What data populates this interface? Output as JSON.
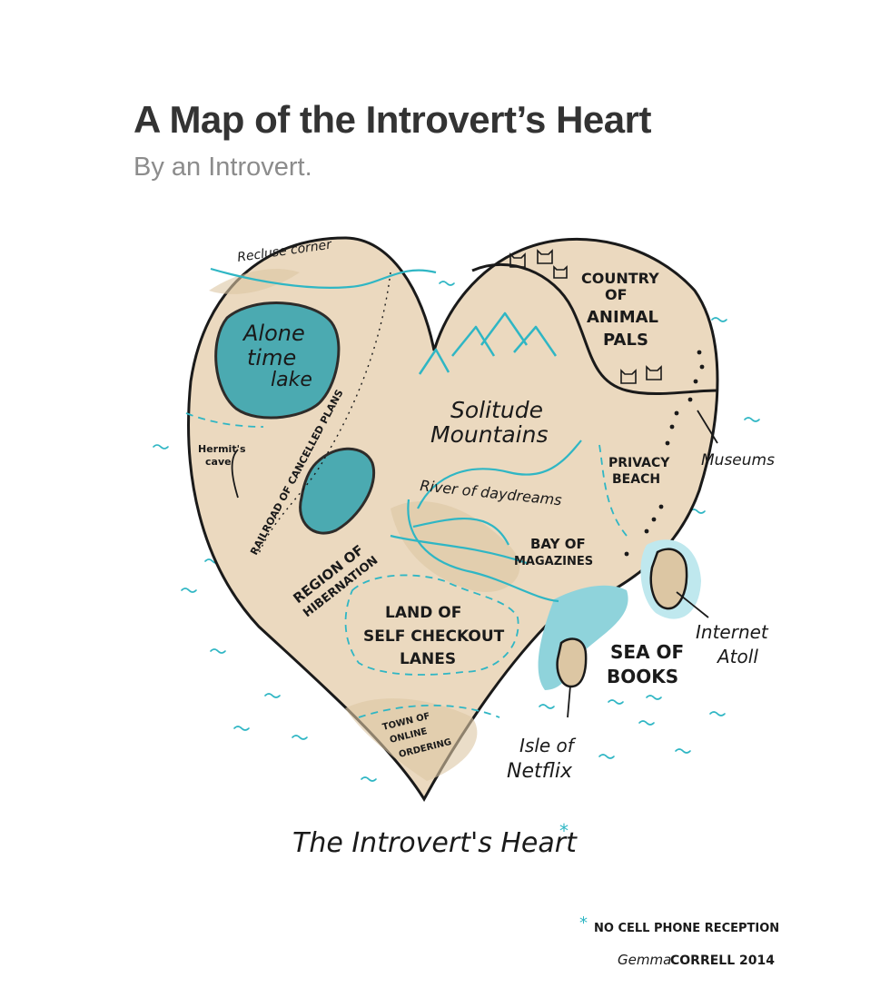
{
  "title": "A Map of the Introvert’s Heart",
  "subtitle": "By an Introvert.",
  "colors": {
    "land": "#ebd9bf",
    "land_shade": "#dcc6a3",
    "water": "#8fd3db",
    "water_deep": "#3aa6b0",
    "river": "#2fb6c4",
    "outline": "#1a1a1a",
    "asterisk": "#2fb6c4"
  },
  "map": {
    "regions": {
      "recluse_corner": "Recluse corner",
      "alone_time_lake_1": "Alone",
      "alone_time_lake_2": "time",
      "alone_time_lake_3": "lake",
      "hermits_cave_1": "Hermit's",
      "hermits_cave_2": "cave",
      "railroad": "RAILROAD OF CANCELLED PLANS",
      "hibernation_1": "REGION OF",
      "hibernation_2": "HIBERNATION",
      "solitude_1": "Solitude",
      "solitude_2": "Mountains",
      "river": "River of daydreams",
      "country_1": "COUNTRY",
      "country_2": "OF",
      "country_3": "ANIMAL",
      "country_4": "PALS",
      "privacy_1": "PRIVACY",
      "privacy_2": "BEACH",
      "museums": "Museums",
      "bay_1": "BAY OF",
      "bay_2": "MAGAZINES",
      "checkout_1": "LAND OF",
      "checkout_2": "SELF CHECKOUT",
      "checkout_3": "LANES",
      "online_1": "TOWN OF",
      "online_2": "ONLINE",
      "online_3": "ORDERING",
      "sea_1": "SEA OF",
      "sea_2": "BOOKS",
      "atoll_1": "Internet",
      "atoll_2": "Atoll",
      "netflix_1": "Isle of",
      "netflix_2": "Netflix"
    }
  },
  "caption": "The Introvert's Heart",
  "asterisk": "*",
  "footnote": "NO CELL PHONE RECEPTION",
  "signature_name": "Gemma",
  "signature_rest": "CORRELL 2014"
}
